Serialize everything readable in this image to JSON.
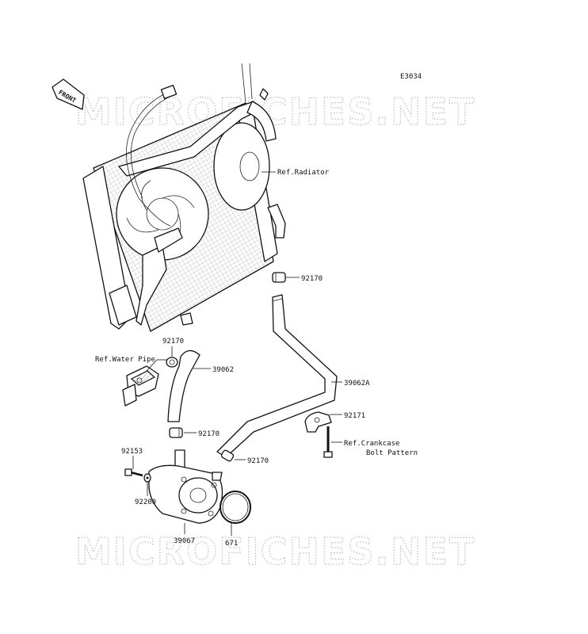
{
  "code": "E3034",
  "front_label": "FRONT",
  "watermark": "MICROFICHES.NET",
  "references": {
    "radiator": "Ref.Radiator",
    "water_pipe": "Ref.Water Pipe",
    "crankcase_line1": "Ref.Crankcase",
    "crankcase_line2": "Bolt Pattern"
  },
  "part_numbers": {
    "clamp_upper": "92170",
    "clamp_water_pipe": "92170",
    "hose_short": "39062",
    "hose_long": "39062A",
    "bracket": "92171",
    "clamp_lower_left": "92170",
    "clamp_lower_right": "92170",
    "bolt": "92153",
    "washer": "92200",
    "oil_cooler": "39067",
    "o_ring": "671"
  }
}
